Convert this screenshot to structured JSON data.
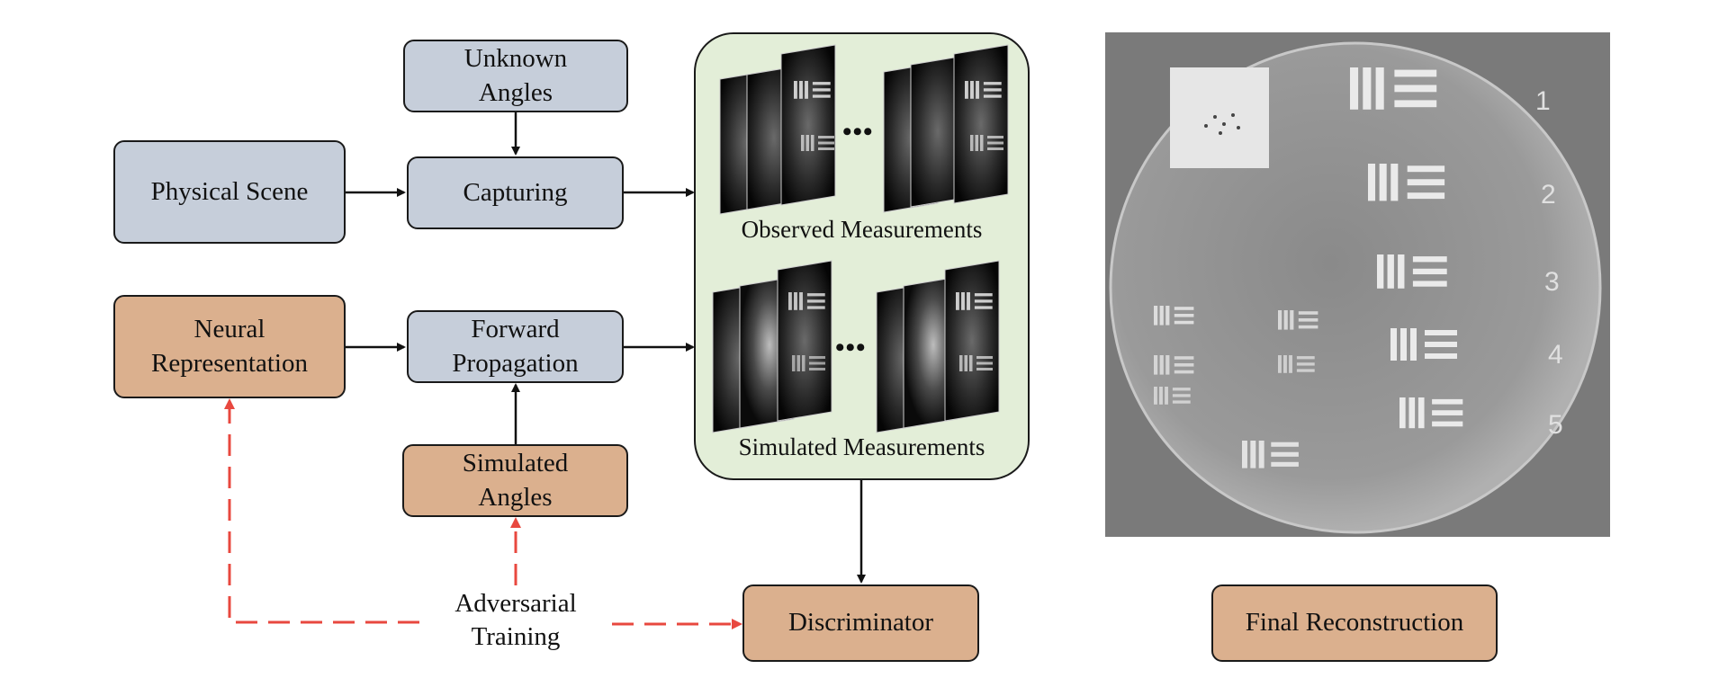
{
  "nodes": {
    "unknown_angles": "Unknown\nAngles",
    "physical_scene": "Physical Scene",
    "capturing": "Capturing",
    "neural_representation": "Neural\nRepresentation",
    "forward_propagation": "Forward\nPropagation",
    "simulated_angles": "Simulated\nAngles",
    "adversarial_training": "Adversarial\nTraining",
    "discriminator": "Discriminator",
    "final_reconstruction": "Final Reconstruction"
  },
  "panel": {
    "observed_label": "Observed Measurements",
    "simulated_label": "Simulated Measurements",
    "ellipsis": "•••"
  },
  "colors": {
    "gray_box": "#c6ceda",
    "tan_box": "#dbb08e",
    "panel_green": "#e3eed8",
    "adversarial_arrow": "#e8483f"
  }
}
